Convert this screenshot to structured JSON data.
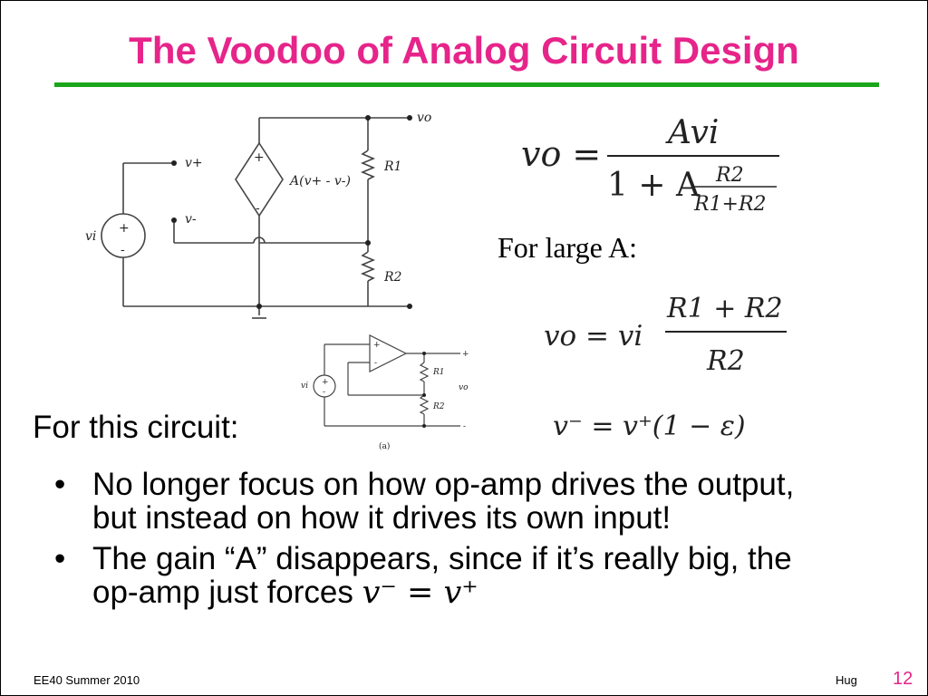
{
  "slide": {
    "title": "The Voodoo of Analog Circuit Design",
    "for_large_label": "For large A:",
    "for_this_label": "For this circuit:",
    "bullets": [
      "No longer focus on how op-amp drives the output, but instead on how it drives its own input!",
      "The gain “A” disappears, since if it’s really big, the op-amp just forces "
    ],
    "bullet2_math": "v⁻ = v⁺",
    "footer_left": "EE40 Summer 2010",
    "footer_author": "Hug",
    "page_number": "12"
  },
  "equations": {
    "eq1_lhs": "vo =",
    "eq1_num": "Avi",
    "eq1_den_prefix": "1 + A",
    "eq1_small_num": "R2",
    "eq1_small_den": "R1+R2",
    "eq2_lhs": "vo = vi",
    "eq2_num": "R1 + R2",
    "eq2_den": "R2",
    "eq3": "v⁻ = v⁺(1 − ε)"
  },
  "circuit_large": {
    "vo": "vo",
    "vplus": "v+",
    "vminus": "v-",
    "vi": "vi",
    "source": "A(v+ - v-)",
    "r1": "R1",
    "r2": "R2"
  },
  "circuit_small": {
    "vi": "vi",
    "vo": "vo",
    "r1": "R1",
    "r2": "R2",
    "caption": "(a)"
  },
  "colors": {
    "title": "#e6248a",
    "rule": "#1aa51a",
    "page_number": "#e6248a"
  }
}
